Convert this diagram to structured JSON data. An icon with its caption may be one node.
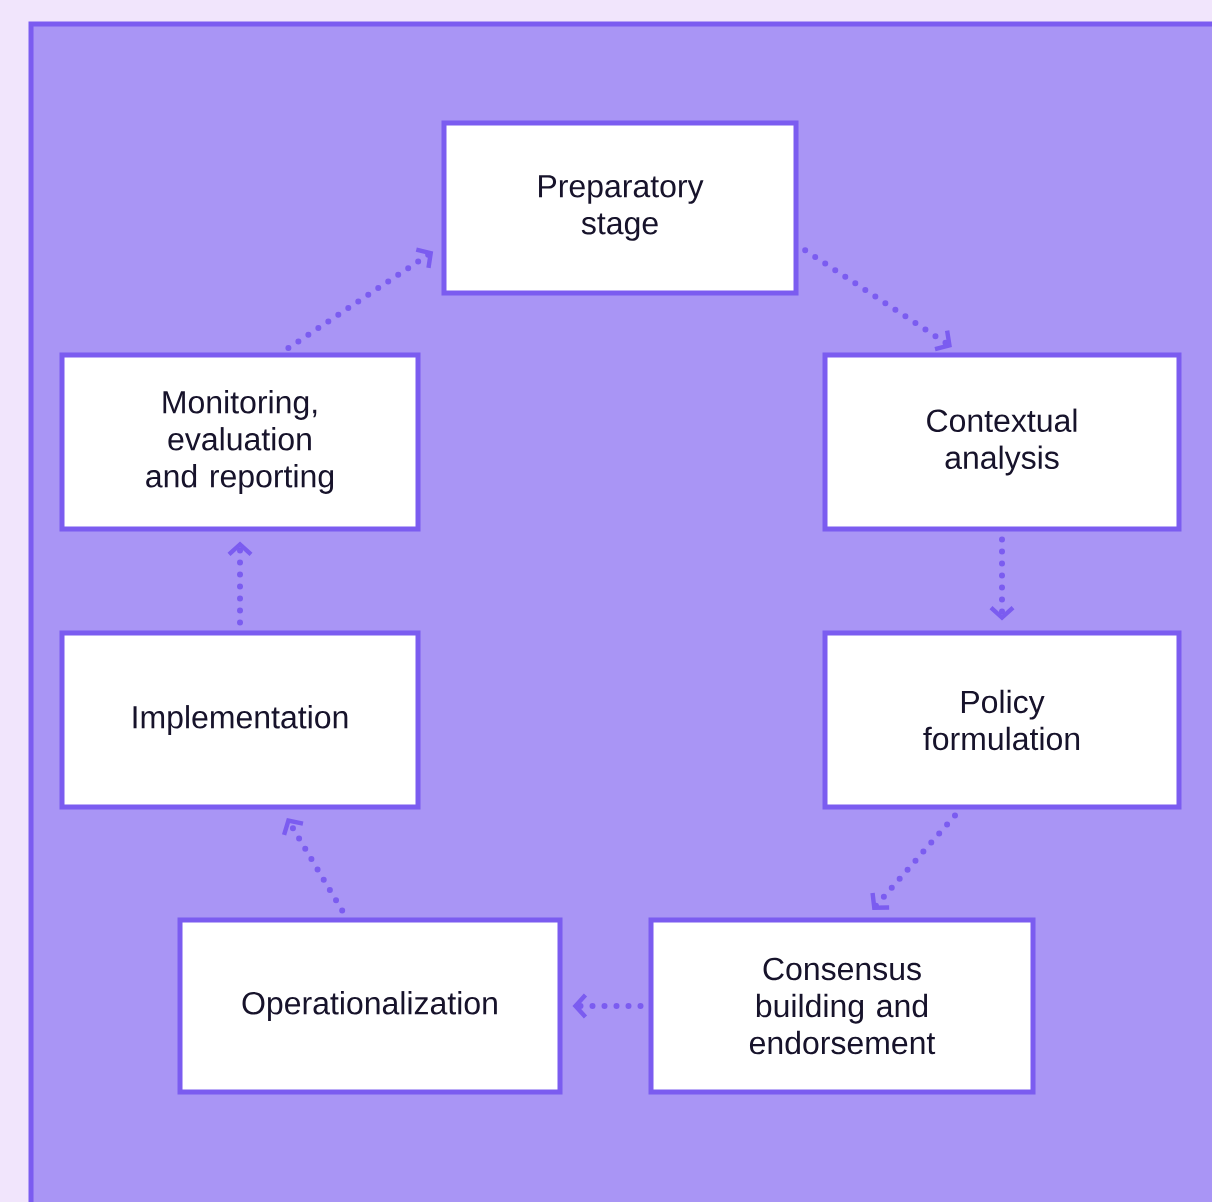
{
  "diagram": {
    "nodes": [
      {
        "text": [
          "Preparatory stage"
        ]
      },
      {
        "text": [
          "Contextual analysis"
        ]
      },
      {
        "text": [
          "Policy formulation"
        ]
      },
      {
        "text": [
          "Consensus building and endorsement"
        ]
      },
      {
        "text": [
          "Operationalization"
        ]
      },
      {
        "text": [
          "Implementation"
        ]
      },
      {
        "text": [
          "Monitoring, evaluation and reporting"
        ]
      }
    ],
    "edges": [
      {
        "from": 0,
        "to": 1,
        "arrow": "to"
      },
      {
        "from": 1,
        "to": 2,
        "arrow": "to"
      },
      {
        "from": 2,
        "to": 3,
        "arrow": "to"
      },
      {
        "from": 3,
        "to": 4,
        "arrow": "to"
      },
      {
        "from": 4,
        "to": 5,
        "arrow": "to"
      },
      {
        "from": 5,
        "to": 6,
        "arrow": "to"
      },
      {
        "from": 6,
        "to": 0,
        "arrow": "to"
      }
    ]
  }
}
